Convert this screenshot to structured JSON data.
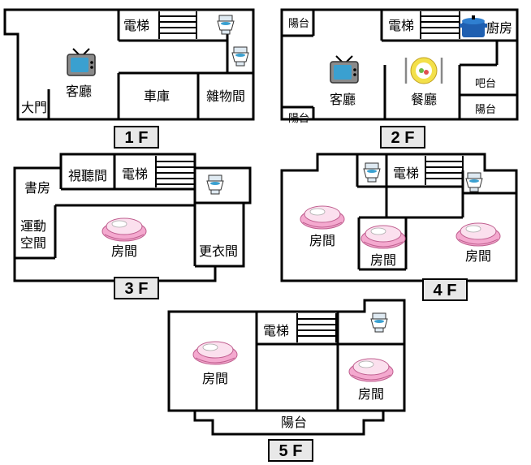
{
  "floors": [
    {
      "label": "1 F",
      "rooms": {
        "elevator": "電梯",
        "living": "客廳",
        "garage": "車庫",
        "storage": "雜物間",
        "gate": "大門"
      },
      "icons": [
        "toilet-icon",
        "toilet-icon",
        "tv-icon"
      ]
    },
    {
      "label": "2 F",
      "rooms": {
        "balcony_top": "陽台",
        "elevator": "電梯",
        "kitchen": "廚房",
        "living": "客廳",
        "dining": "餐廳",
        "bar": "吧台",
        "balcony_right": "陽台",
        "balcony_bottom": "陽台"
      },
      "icons": [
        "tv-icon",
        "dinner-plate-icon",
        "cooking-pot-icon"
      ]
    },
    {
      "label": "3 F",
      "rooms": {
        "study": "書房",
        "av_room": "視聽間",
        "elevator": "電梯",
        "gym_line1": "運動",
        "gym_line2": "空間",
        "bedroom": "房間",
        "closet": "更衣間"
      },
      "icons": [
        "toilet-icon",
        "bed-icon"
      ]
    },
    {
      "label": "4 F",
      "rooms": {
        "elevator": "電梯",
        "bedroom_left": "房間",
        "bedroom_mid": "房間",
        "bedroom_right": "房間"
      },
      "icons": [
        "toilet-icon",
        "toilet-icon",
        "bed-icon",
        "bed-icon",
        "bed-icon"
      ]
    },
    {
      "label": "5 F",
      "rooms": {
        "elevator": "電梯",
        "bedroom_left": "房間",
        "bedroom_right": "房間",
        "balcony": "陽台"
      },
      "icons": [
        "toilet-icon",
        "bed-icon",
        "bed-icon"
      ]
    }
  ]
}
